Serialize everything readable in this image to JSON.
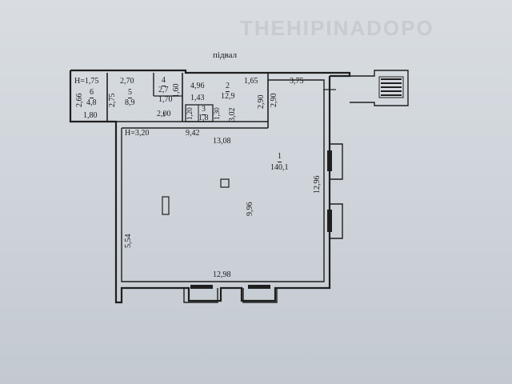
{
  "plan": {
    "floor_label": "підвал",
    "rooms": [
      {
        "number": "1",
        "area": "140,1"
      },
      {
        "number": "2",
        "area": "12,9"
      },
      {
        "number": "3",
        "area": "1,8"
      },
      {
        "number": "4",
        "area": "2,7"
      },
      {
        "number": "5",
        "area": "8,9"
      },
      {
        "number": "6",
        "area": "4,8"
      }
    ],
    "heights": {
      "h1": "Н=1,75",
      "h2": "Н=3,20"
    },
    "dimensions": {
      "d_270": "2,70",
      "d_496": "4,96",
      "d_165": "1,65",
      "d_375": "3,75",
      "d_266": "2,66",
      "d_275": "2,75",
      "d_170": "1,70",
      "d_160": "1,60",
      "d_143": "1,43",
      "d_290a": "2,90",
      "d_290b": "2,90",
      "d_180": "1,80",
      "d_200": "2,00",
      "d_120": "1,20",
      "d_130": "1,30",
      "d_302": "3,02",
      "d_942": "9,42",
      "d_1308": "13,08",
      "d_1296": "12,96",
      "d_996": "9,96",
      "d_554": "5,54",
      "d_1298": "12,98"
    },
    "watermark": "THEHIPINADOPO"
  }
}
